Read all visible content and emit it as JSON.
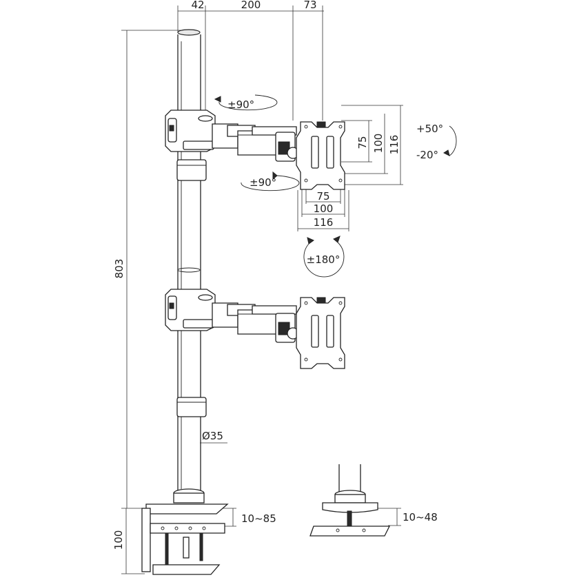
{
  "dimensions": {
    "top_offset": "42",
    "arm_reach": "200",
    "plate_offset": "73",
    "height_total": "803",
    "clamp_height": "100",
    "pole_diameter": "Ø35",
    "clamp_range": "10~85",
    "grommet_range": "10~48"
  },
  "vesa": {
    "h_small": "75",
    "h_medium": "100",
    "h_large": "116",
    "v_small": "75",
    "v_medium": "100",
    "v_large": "116"
  },
  "rotation": {
    "arm_swivel_upper": "±90°",
    "arm_swivel_lower": "±90°",
    "tilt_up": "+50°",
    "tilt_down": "-20°",
    "rotate": "±180°"
  },
  "colors": {
    "line": "#222222",
    "fill": "#ffffff",
    "accent": "#2a2a2a"
  }
}
